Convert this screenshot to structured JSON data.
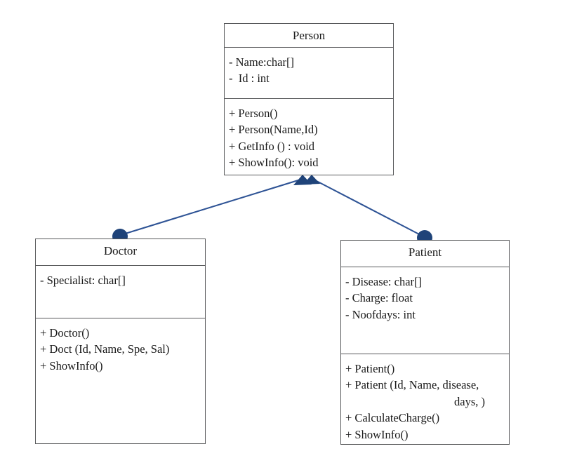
{
  "diagram": {
    "type": "uml-class-diagram",
    "title": "Person / Doctor / Patient class hierarchy",
    "colors": {
      "edge": "#2E5395",
      "marker": "#1F4379",
      "border": "#58595b",
      "text": "#1a1a1a",
      "background": "#ffffff"
    }
  },
  "classes": [
    {
      "id": "person",
      "name": "Person",
      "attributes": [
        "- Name:char[]",
        "-  Id : int"
      ],
      "methods": [
        "+ Person()",
        "+ Person(Name,Id)",
        "+ GetInfo () : void",
        "+ ShowInfo(): void"
      ]
    },
    {
      "id": "doctor",
      "name": "Doctor",
      "attributes": [
        "- Specialist: char[]"
      ],
      "methods": [
        "+ Doctor()",
        "+ Doct (Id, Name, Spe, Sal)",
        "+ ShowInfo()"
      ]
    },
    {
      "id": "patient",
      "name": "Patient",
      "attributes": [
        "- Disease: char[]",
        "- Charge: float",
        "- Noofdays: int"
      ],
      "methods": [
        "+ Patient()",
        "+ Patient (Id, Name, disease,",
        "days, )",
        "+ CalculateCharge()",
        "+ ShowInfo()"
      ]
    }
  ],
  "relationships": [
    {
      "id": "doctor-to-person",
      "kind": "inheritance",
      "from": "doctor",
      "to": "person",
      "source_marker": "filled-circle",
      "target_marker": "filled-arrowhead"
    },
    {
      "id": "patient-to-person",
      "kind": "inheritance",
      "from": "patient",
      "to": "person",
      "source_marker": "filled-circle",
      "target_marker": "filled-arrowhead"
    }
  ]
}
